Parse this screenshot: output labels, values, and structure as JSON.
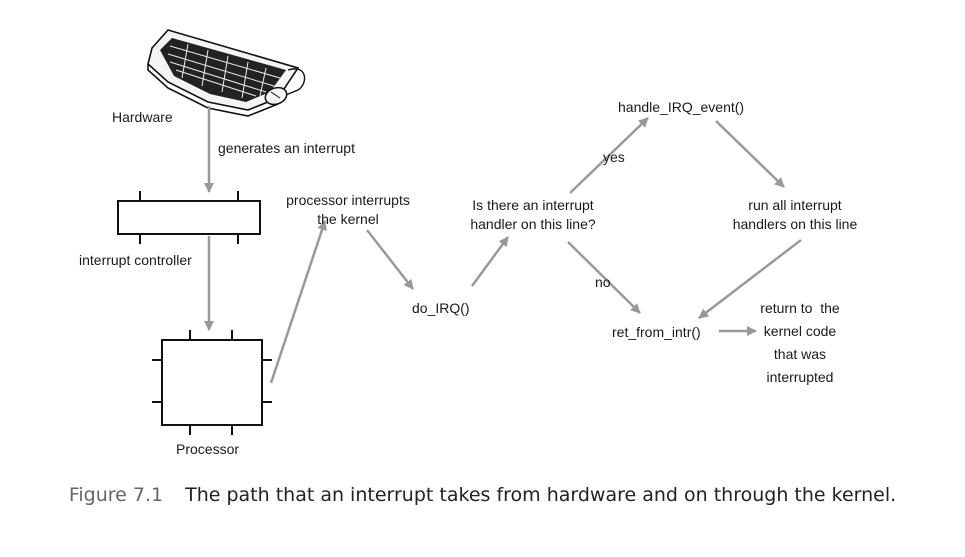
{
  "nodes": {
    "hardware": "Hardware",
    "interrupt_controller": "interrupt controller",
    "processor": "Processor",
    "do_irq": "do_IRQ()",
    "question": [
      "Is there an interrupt",
      "handler on this line?"
    ],
    "handle_irq_event": "handle_IRQ_event()",
    "run_handlers": [
      "run all interrupt",
      "handlers on this line"
    ],
    "ret_from_intr": "ret_from_intr()",
    "return_to_kernel": [
      "return to  the",
      "kernel code",
      "that was",
      "interrupted"
    ]
  },
  "edges": {
    "generates": "generates an interrupt",
    "processor_interrupts": [
      "processor interrupts",
      "the kernel"
    ],
    "yes": "yes",
    "no": "no"
  },
  "caption": {
    "figure_number": "Figure 7.1",
    "text": "The path that an interrupt takes from hardware and on through the kernel."
  },
  "colors": {
    "arrow": "#999999",
    "box_stroke": "#111111",
    "text": "#1a1a1a",
    "caption_number": "#666666"
  }
}
